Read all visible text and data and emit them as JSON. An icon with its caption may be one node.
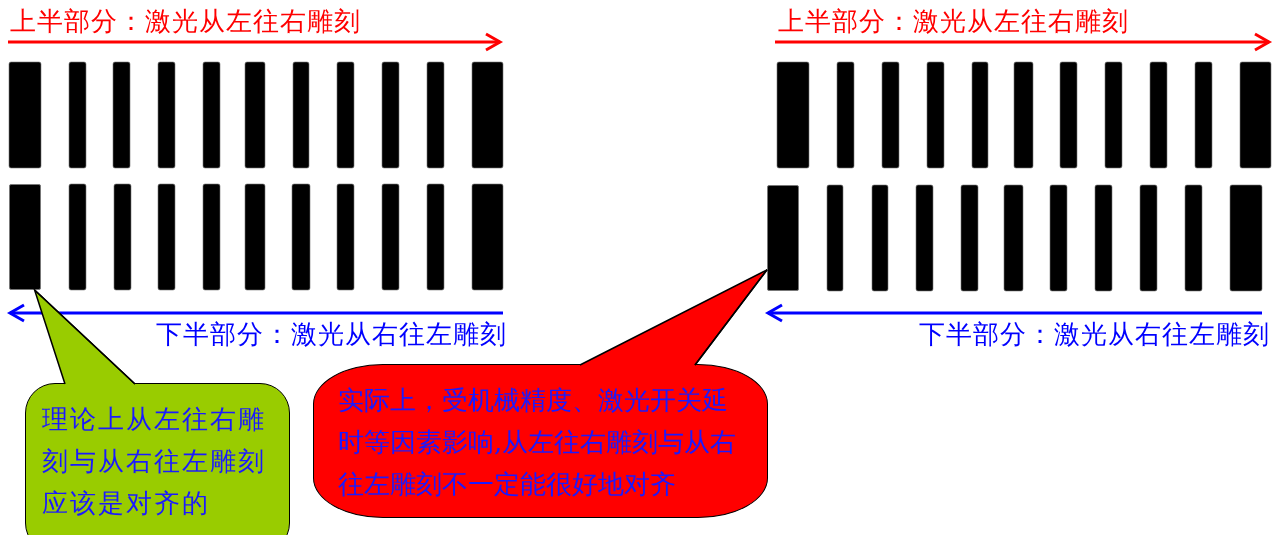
{
  "diagram": {
    "nodes": [
      {
        "text": [
          "理论上从左往右雕刻与从右往左雕刻应该是对齐的"
        ]
      },
      {
        "text": [],
        "shape": "bar"
      },
      {
        "text": [
          "实际上，受机械精度、激光开关延时等因素影响,从左往右雕刻与从右往左雕刻不一定能很好地对齐"
        ]
      },
      {
        "text": [],
        "shape": "bar"
      }
    ],
    "edges": [
      {
        "from": 0,
        "to": 1,
        "arrow": "none"
      },
      {
        "from": 2,
        "to": 3,
        "arrow": "none"
      }
    ],
    "labels": [
      "上半部分：激光从左往右雕刻",
      "上半部分：激光从左往右雕刻",
      "下半部分：激光从右往左雕刻",
      "下半部分：激光从右往左雕刻"
    ]
  }
}
